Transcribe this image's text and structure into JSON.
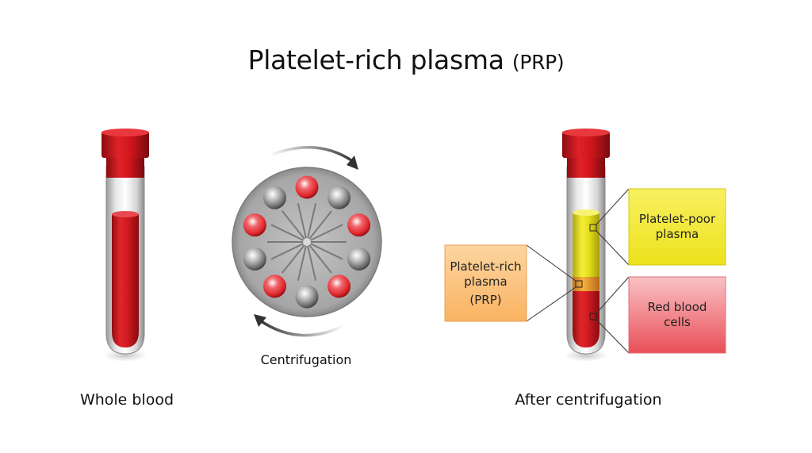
{
  "title": {
    "main": "Platelet-rich plasma",
    "suffix": "(PRP)"
  },
  "captions": {
    "whole_blood": "Whole blood",
    "after_centrifugation": "After  centrifugation",
    "centrifugation": "Centrifugation"
  },
  "labels": {
    "prp": [
      "Platelet-rich",
      "plasma",
      "(PRP)"
    ],
    "platelet_poor": [
      "Platelet-poor",
      "plasma"
    ],
    "red_cells": [
      "Red blood",
      "cells"
    ]
  },
  "colors": {
    "cap_red": "#c8121a",
    "blood_red": "#d01a1f",
    "plasma_yellow": "#e6e01c",
    "prp_orange": "#f0a020",
    "box_prp": "#fbc07a",
    "box_poor": "#f2e82c",
    "box_red": "#ee6f76",
    "rotor_gray": "#a9a9a9"
  },
  "centrifuge": {
    "balls": [
      "red",
      "gray",
      "red",
      "gray",
      "red",
      "gray",
      "red",
      "gray",
      "red",
      "gray"
    ]
  }
}
